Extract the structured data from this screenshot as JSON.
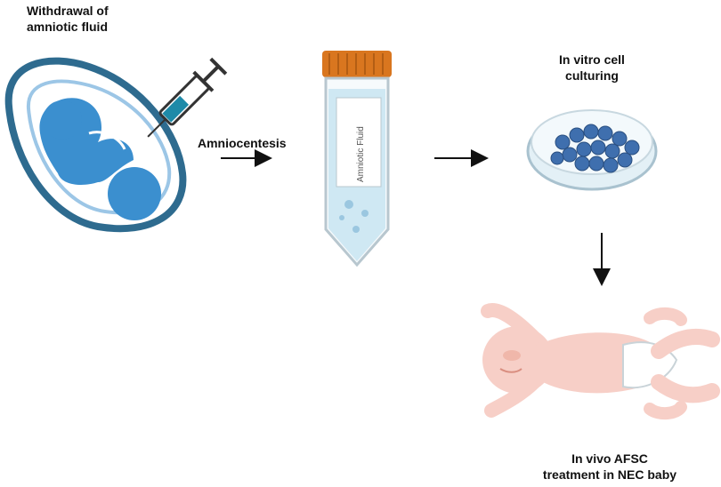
{
  "colors": {
    "fetus_blue": "#3b8fcf",
    "uterus_blue": "#2e6b8f",
    "cap_orange": "#d9761f",
    "tube_fill": "#cfe8f3",
    "cell_blue": "#3f6fae",
    "skin": "#f7cfc7",
    "arrow": "#111111"
  },
  "labels": {
    "withdrawal": [
      "Withdrawal of",
      "amniotic fluid"
    ],
    "amniocentesis": "Amniocentesis",
    "tube_label": "Amniotic Fluid",
    "in_vitro": [
      "In vitro cell",
      "culturing"
    ],
    "in_vivo": [
      "In vivo AFSC",
      "treatment in NEC baby"
    ]
  },
  "icons": [
    "fetus-uterus-icon",
    "syringe-icon",
    "centrifuge-tube-icon",
    "petri-dish-icon",
    "baby-icon"
  ]
}
